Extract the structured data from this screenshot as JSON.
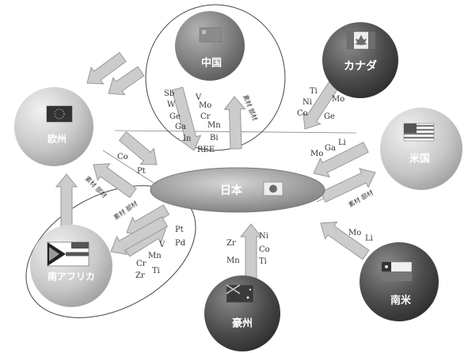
{
  "nodes": {
    "china": "中国",
    "canada": "カナダ",
    "europe": "欧州",
    "usa": "米国",
    "japan": "日本",
    "south_africa": "南アフリカ",
    "australia": "豪州",
    "south_america": "南米"
  },
  "elements": {
    "china": [
      "Sb",
      "V",
      "W",
      "Mo",
      "Ge",
      "Cr",
      "Ga",
      "Mn",
      "In",
      "Bi",
      "REE"
    ],
    "canada": [
      "Ti",
      "Ni",
      "Mo",
      "Co",
      "Ge"
    ],
    "usa": [
      "Ga",
      "Li",
      "Mo"
    ],
    "europe": [
      "Co",
      "Pt"
    ],
    "south_africa": [
      "Pt",
      "Pd",
      "V",
      "Cr",
      "Mn",
      "Zr",
      "Ti"
    ],
    "australia": [
      "Zr",
      "Ni",
      "Co",
      "Ti",
      "Mn"
    ],
    "south_america": [
      "Mo",
      "Li"
    ]
  },
  "material_labels": {
    "china": "素材 部材",
    "europe": "素材 部材",
    "south_africa": "素材 部材",
    "usa": "素材 部材"
  },
  "colors": {
    "arrow_fill": "#cccccc",
    "arrow_stroke": "#999999",
    "node_light": "#d9d9d9",
    "node_dark": "#4d4d4d"
  }
}
